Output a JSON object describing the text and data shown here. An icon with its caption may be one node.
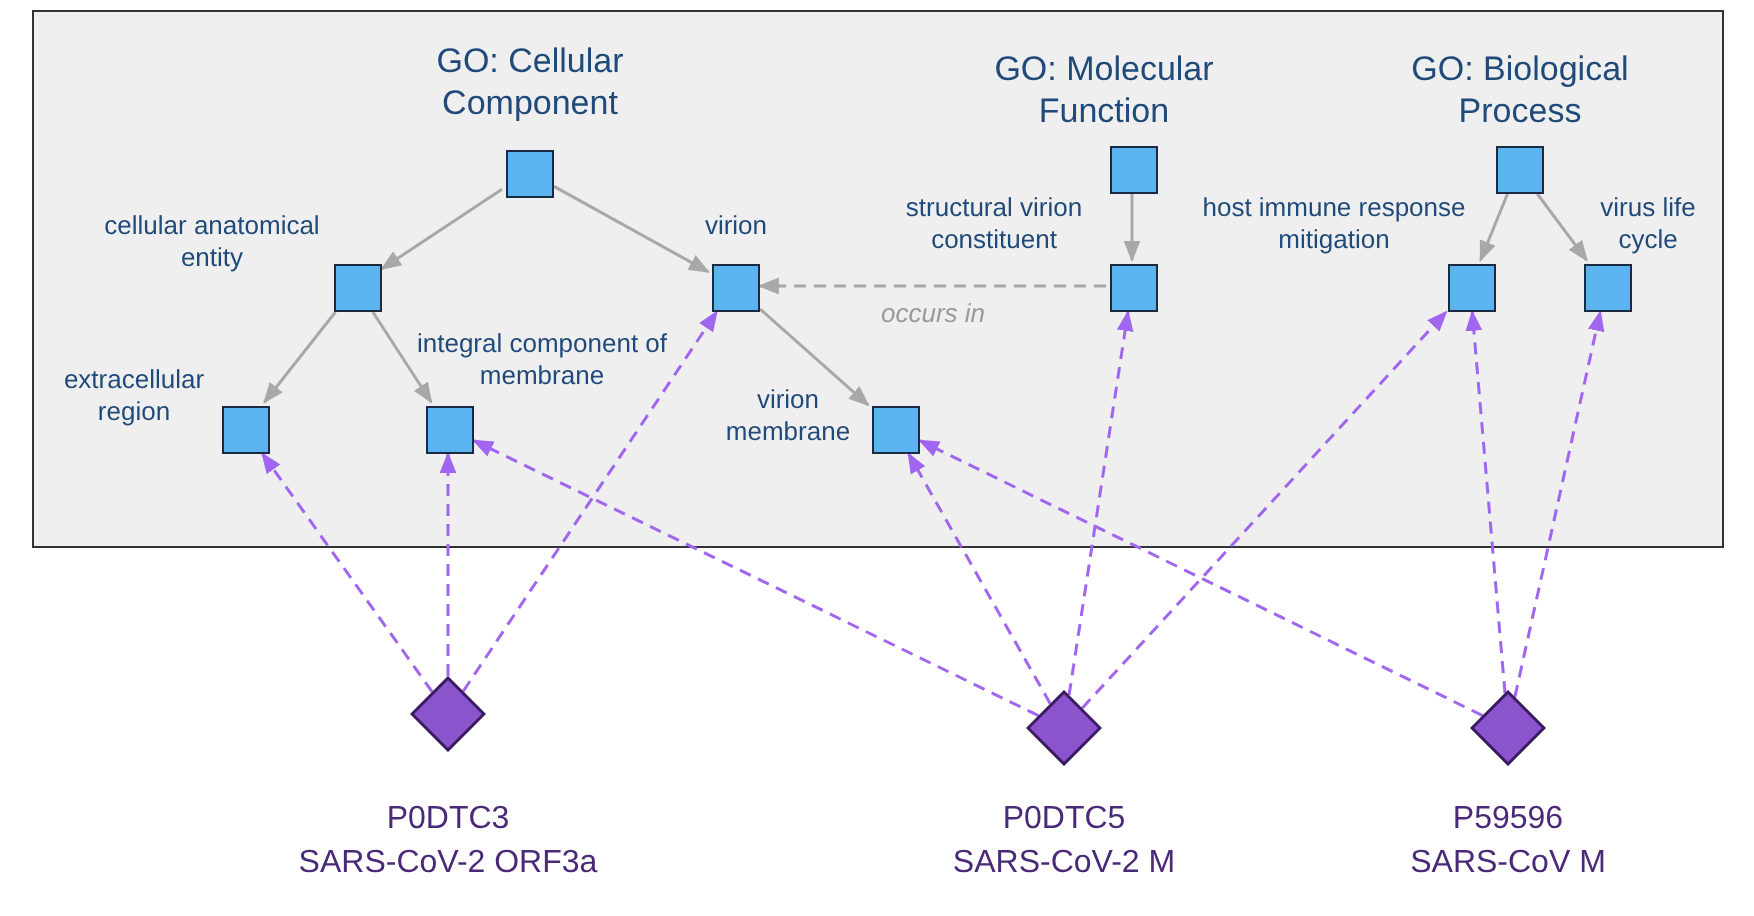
{
  "diagram": {
    "nodes": [
      {
        "text": [],
        "shape": "box"
      },
      {
        "text": [
          "GO: Cellular Component"
        ],
        "in": 0
      },
      {
        "text": [
          "cellular anatomical entity"
        ],
        "in": 0
      },
      {
        "text": [
          "virion"
        ],
        "in": 0
      },
      {
        "text": [
          "extracellular region"
        ],
        "in": 0
      },
      {
        "text": [
          "integral component of membrane"
        ],
        "in": 0
      },
      {
        "text": [
          "virion membrane"
        ],
        "in": 0
      },
      {
        "text": [
          "GO: Molecular Function"
        ],
        "in": 0
      },
      {
        "text": [
          "structural virion constituent"
        ],
        "in": 0
      },
      {
        "text": [
          "GO: Biological Process"
        ],
        "in": 0
      },
      {
        "text": [
          "host immune response mitigation"
        ],
        "in": 0
      },
      {
        "text": [
          "virus life cycle"
        ],
        "in": 0
      },
      {
        "text": [
          "P0DTC3",
          "SARS-CoV-2 ORF3a"
        ]
      },
      {
        "text": [
          "P0DTC5",
          "SARS-CoV-2 M"
        ]
      },
      {
        "text": [
          "P59596",
          "SARS-CoV M"
        ]
      }
    ],
    "edges": [
      {
        "from": 1,
        "to": 2,
        "arrow": "to",
        "color": "#a8a8a8"
      },
      {
        "from": 1,
        "to": 3,
        "arrow": "to",
        "color": "#a8a8a8"
      },
      {
        "from": 2,
        "to": 4,
        "arrow": "to",
        "color": "#a8a8a8"
      },
      {
        "from": 2,
        "to": 5,
        "arrow": "to",
        "color": "#a8a8a8"
      },
      {
        "from": 3,
        "to": 6,
        "arrow": "to",
        "color": "#a8a8a8"
      },
      {
        "from": 7,
        "to": 8,
        "arrow": "to",
        "color": "#a8a8a8"
      },
      {
        "from": 9,
        "to": 10,
        "arrow": "to",
        "color": "#a8a8a8"
      },
      {
        "from": 9,
        "to": 11,
        "arrow": "to",
        "color": "#a8a8a8"
      },
      {
        "from": 8,
        "to": 3,
        "arrow": "to",
        "label": "occurs in",
        "style": "dashed",
        "color": "#a8a8a8"
      },
      {
        "from": 12,
        "to": 4,
        "arrow": "to",
        "style": "dashed",
        "color": "#a066f0"
      },
      {
        "from": 12,
        "to": 5,
        "arrow": "to",
        "style": "dashed",
        "color": "#a066f0"
      },
      {
        "from": 12,
        "to": 3,
        "arrow": "to",
        "style": "dashed",
        "color": "#a066f0"
      },
      {
        "from": 13,
        "to": 5,
        "arrow": "to",
        "style": "dashed",
        "color": "#a066f0"
      },
      {
        "from": 13,
        "to": 6,
        "arrow": "to",
        "style": "dashed",
        "color": "#a066f0"
      },
      {
        "from": 13,
        "to": 8,
        "arrow": "to",
        "style": "dashed",
        "color": "#a066f0"
      },
      {
        "from": 13,
        "to": 10,
        "arrow": "to",
        "style": "dashed",
        "color": "#a066f0"
      },
      {
        "from": 14,
        "to": 6,
        "arrow": "to",
        "style": "dashed",
        "color": "#a066f0"
      },
      {
        "from": 14,
        "to": 10,
        "arrow": "to",
        "style": "dashed",
        "color": "#a066f0"
      },
      {
        "from": 14,
        "to": 11,
        "arrow": "to",
        "style": "dashed",
        "color": "#a066f0"
      }
    ]
  }
}
